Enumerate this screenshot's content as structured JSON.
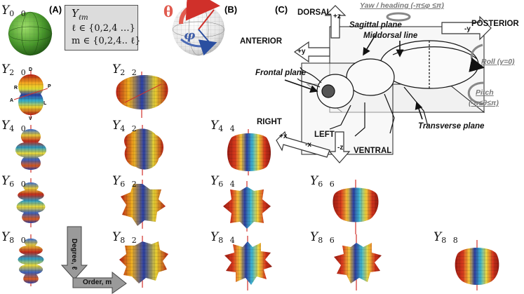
{
  "panels": {
    "a": "(A)",
    "b": "(B)",
    "c": "(C)"
  },
  "info_box": {
    "line1": "Y",
    "line1_sub": "ℓm",
    "line2": "ℓ ∈ {0,2,4 …}",
    "line3": "m ∈ {0,2,4.. ℓ}"
  },
  "harmonics": [
    {
      "id": "Y00",
      "base": "Y",
      "sub": "0 0"
    },
    {
      "id": "Y20",
      "base": "Y",
      "sub": "2 0"
    },
    {
      "id": "Y22",
      "base": "Y",
      "sub": "2 2"
    },
    {
      "id": "Y40",
      "base": "Y",
      "sub": "4 0"
    },
    {
      "id": "Y42",
      "base": "Y",
      "sub": "4 2"
    },
    {
      "id": "Y44",
      "base": "Y",
      "sub": "4 4"
    },
    {
      "id": "Y60",
      "base": "Y",
      "sub": "6 0"
    },
    {
      "id": "Y62",
      "base": "Y",
      "sub": "6 2"
    },
    {
      "id": "Y64",
      "base": "Y",
      "sub": "6 4"
    },
    {
      "id": "Y66",
      "base": "Y",
      "sub": "6 6"
    },
    {
      "id": "Y80",
      "base": "Y",
      "sub": "8 0"
    },
    {
      "id": "Y82",
      "base": "Y",
      "sub": "8 2"
    },
    {
      "id": "Y84",
      "base": "Y",
      "sub": "8 4"
    },
    {
      "id": "Y86",
      "base": "Y",
      "sub": "8 6"
    },
    {
      "id": "Y88",
      "base": "Y",
      "sub": "8 8"
    }
  ],
  "axis_letters": {
    "dorsal": "D",
    "ventral": "V",
    "anterior": "A",
    "posterior": "P",
    "right": "R",
    "left": "L"
  },
  "degree_order": {
    "degree": "Degree, ℓ",
    "order": "Order, m"
  },
  "sphere_angles": {
    "theta": "θ",
    "phi": "φ"
  },
  "panel_c": {
    "dorsal": "DORSAL",
    "ventral": "VENTRAL",
    "anterior": "ANTERIOR",
    "posterior": "POSTERIOR",
    "right": "RIGHT",
    "left": "LEFT",
    "plus_z": "+z",
    "minus_z": "-z",
    "plus_y": "+y",
    "minus_y": "-y",
    "plus_x": "+x",
    "minus_x": "-x",
    "yaw": "Yaw / heading (-π≤φ ≤π)",
    "sagittal": "Sagittal plane",
    "middorsal": "Middorsal line",
    "frontal": "Frontal plane",
    "roll": "Roll (γ=0)",
    "pitch": "Pitch",
    "pitch_range": "(-π≤θ≤π)",
    "transverse": "Transverse plane"
  },
  "colors": {
    "sphere_green": "#4a9a2c",
    "red_axis": "#d0302a",
    "blue_axis": "#2b4fa0",
    "arrow_gray": "#888888"
  }
}
